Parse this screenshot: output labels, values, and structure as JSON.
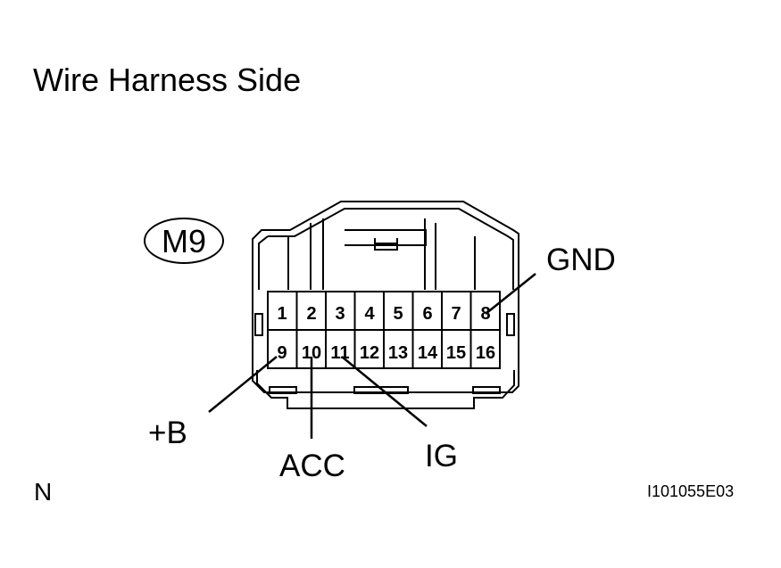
{
  "diagram": {
    "title": "Wire Harness Side",
    "connector_id": "M9",
    "view_code": "N",
    "ref_code": "I101055E03",
    "pins": {
      "top": [
        "1",
        "2",
        "3",
        "4",
        "5",
        "6",
        "7",
        "8"
      ],
      "bottom": [
        "9",
        "10",
        "11",
        "12",
        "13",
        "14",
        "15",
        "16"
      ]
    },
    "callouts": {
      "gnd": "GND",
      "plus_b": "+B",
      "acc": "ACC",
      "ig": "IG"
    }
  }
}
